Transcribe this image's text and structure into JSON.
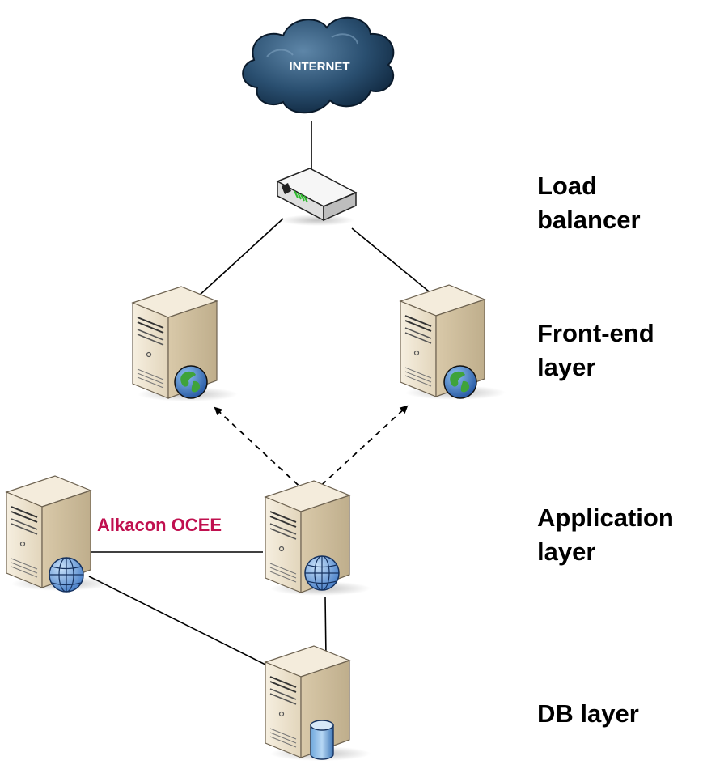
{
  "diagram": {
    "cloud_label": "INTERNET",
    "cluster_label": "Alkacon OCEE",
    "layers": {
      "load_balancer": [
        "Load",
        "balancer"
      ],
      "front_end": [
        "Front-end",
        "layer"
      ],
      "application": [
        "Application",
        "layer"
      ],
      "db": [
        "DB layer"
      ]
    }
  },
  "icons": {
    "cloud": "internet-cloud-icon",
    "load_balancer": "load-balancer-device-icon",
    "web_server": "web-server-icon",
    "app_server": "application-server-icon",
    "db_server": "database-server-icon"
  },
  "colors": {
    "cluster_label": "#c0104f",
    "server_body": "#eee4d2",
    "cloud": "#123a5a",
    "text": "#000000"
  }
}
